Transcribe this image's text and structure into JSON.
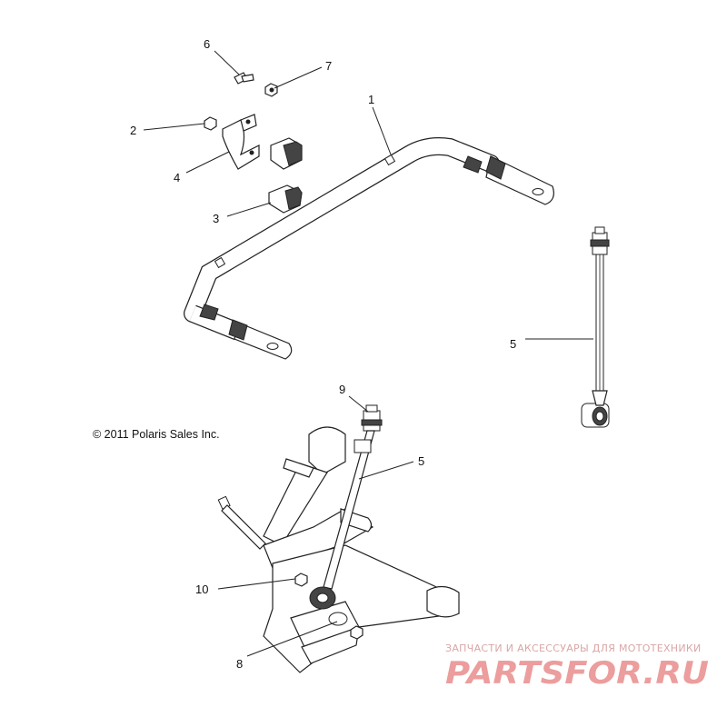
{
  "copyright": "© 2011 Polaris Sales Inc.",
  "callouts": [
    {
      "id": "c1",
      "label": "1"
    },
    {
      "id": "c2",
      "label": "2"
    },
    {
      "id": "c3",
      "label": "3"
    },
    {
      "id": "c4",
      "label": "4"
    },
    {
      "id": "c5a",
      "label": "5"
    },
    {
      "id": "c5b",
      "label": "5"
    },
    {
      "id": "c6",
      "label": "6"
    },
    {
      "id": "c7",
      "label": "7"
    },
    {
      "id": "c8",
      "label": "8"
    },
    {
      "id": "c9",
      "label": "9"
    },
    {
      "id": "c10",
      "label": "10"
    }
  ],
  "watermark": {
    "tagline": "ЗАПЧАСТИ И АКСЕССУАРЫ ДЛЯ МОТОТЕХНИКИ",
    "logo": "PARTSFOR.RU",
    "color": "#ec9d9d"
  }
}
